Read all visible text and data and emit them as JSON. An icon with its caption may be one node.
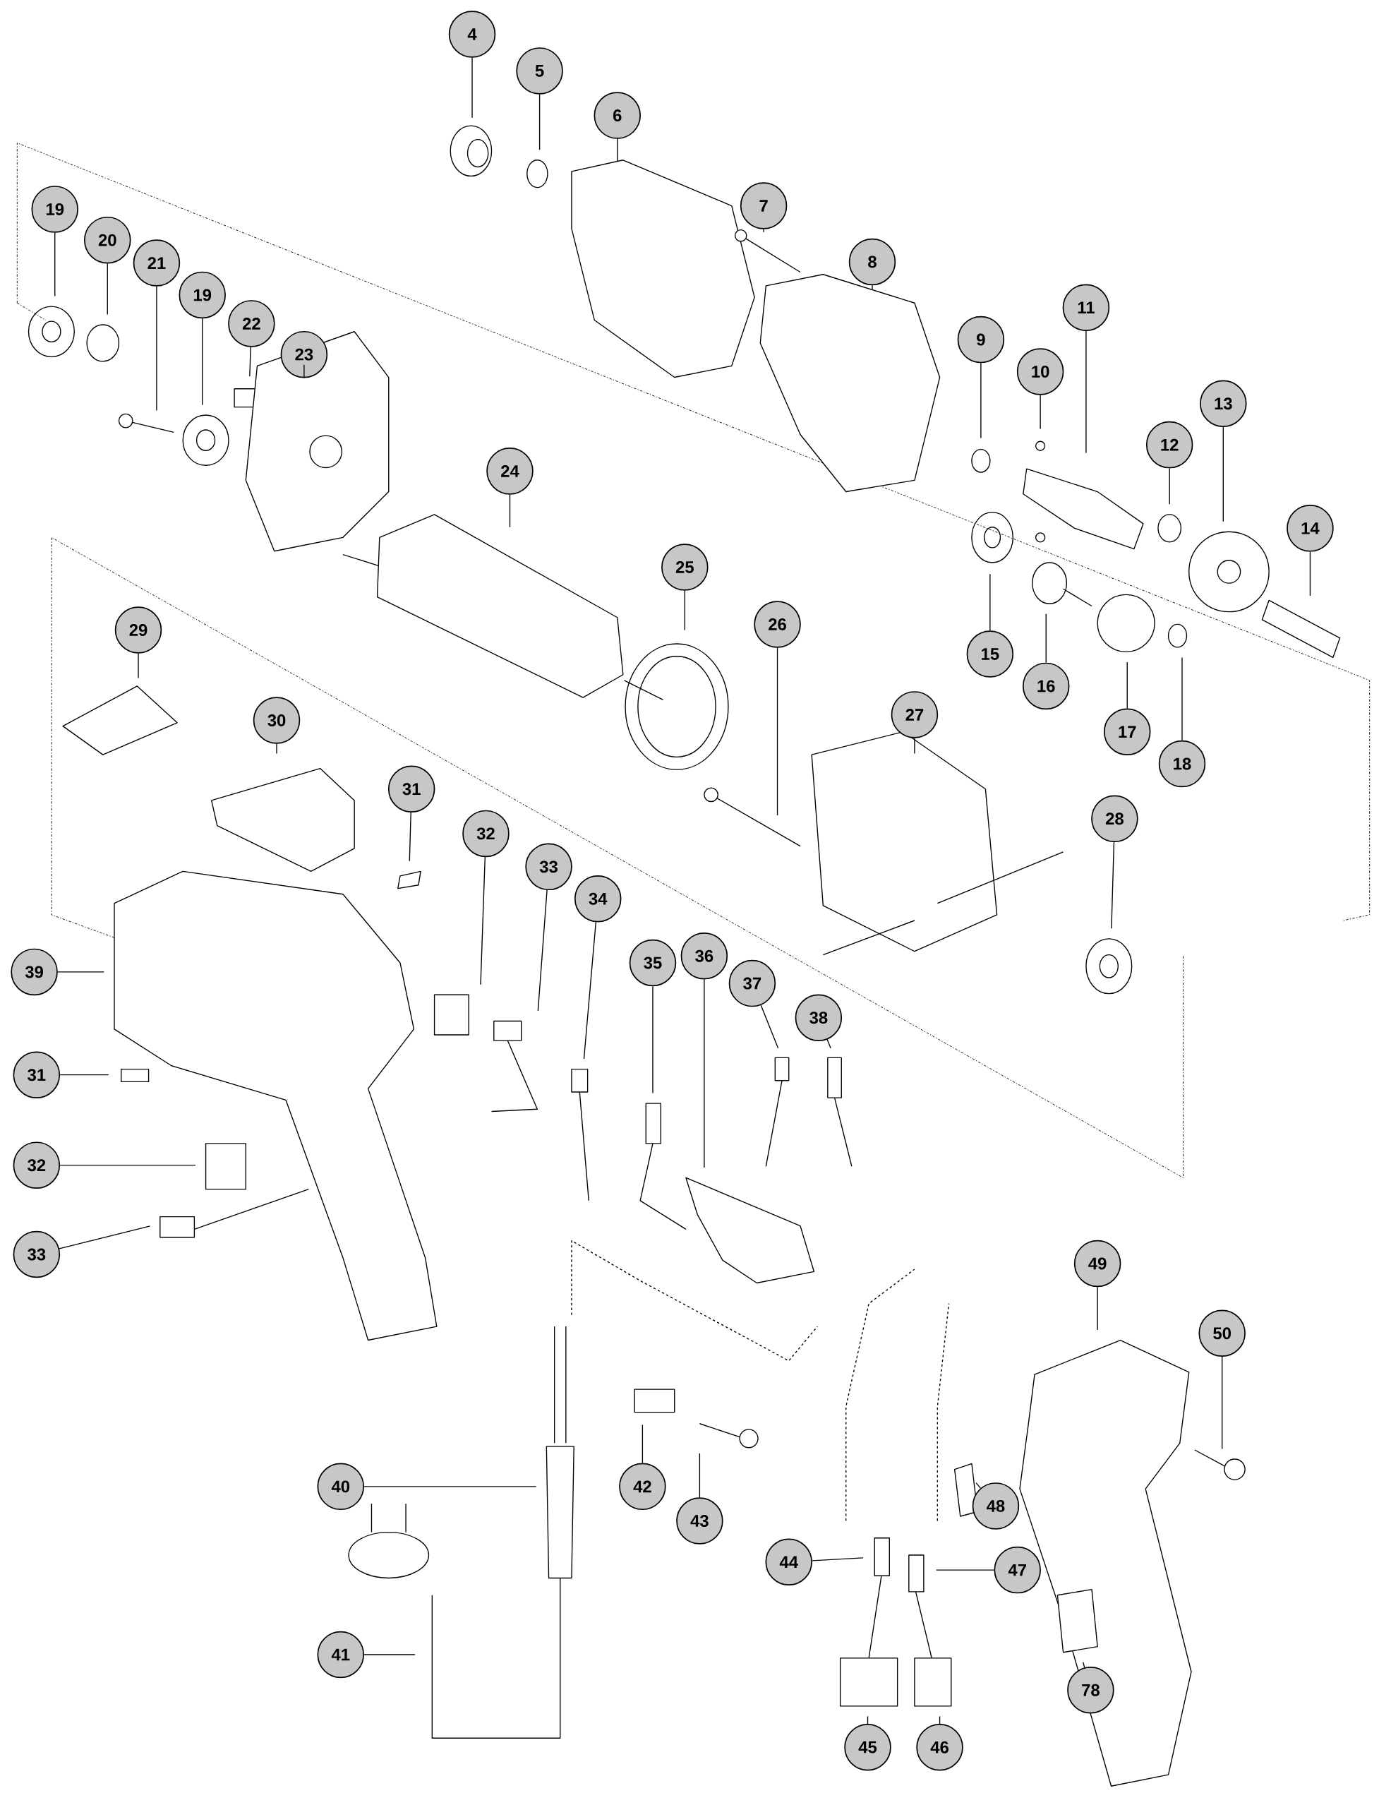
{
  "diagram": {
    "nodes": [
      {
        "text": [
          "4"
        ]
      },
      {
        "text": [
          "5"
        ]
      },
      {
        "text": [
          "6"
        ]
      },
      {
        "text": [
          "7"
        ]
      },
      {
        "text": [
          "8"
        ]
      },
      {
        "text": [
          "9"
        ]
      },
      {
        "text": [
          "10"
        ]
      },
      {
        "text": [
          "11"
        ]
      },
      {
        "text": [
          "12"
        ]
      },
      {
        "text": [
          "13"
        ]
      },
      {
        "text": [
          "14"
        ]
      },
      {
        "text": [
          "15"
        ]
      },
      {
        "text": [
          "16"
        ]
      },
      {
        "text": [
          "17"
        ]
      },
      {
        "text": [
          "18"
        ]
      },
      {
        "text": [
          "19"
        ]
      },
      {
        "text": [
          "20"
        ]
      },
      {
        "text": [
          "21"
        ]
      },
      {
        "text": [
          "19"
        ]
      },
      {
        "text": [
          "22"
        ]
      },
      {
        "text": [
          "23"
        ]
      },
      {
        "text": [
          "24"
        ]
      },
      {
        "text": [
          "25"
        ]
      },
      {
        "text": [
          "26"
        ]
      },
      {
        "text": [
          "27"
        ]
      },
      {
        "text": [
          "28"
        ]
      },
      {
        "text": [
          "29"
        ]
      },
      {
        "text": [
          "30"
        ]
      },
      {
        "text": [
          "31"
        ]
      },
      {
        "text": [
          "32"
        ]
      },
      {
        "text": [
          "33"
        ]
      },
      {
        "text": [
          "34"
        ]
      },
      {
        "text": [
          "35"
        ]
      },
      {
        "text": [
          "36"
        ]
      },
      {
        "text": [
          "37"
        ]
      },
      {
        "text": [
          "38"
        ]
      },
      {
        "text": [
          "39"
        ]
      },
      {
        "text": [
          "31"
        ]
      },
      {
        "text": [
          "32"
        ]
      },
      {
        "text": [
          "33"
        ]
      },
      {
        "text": [
          "40"
        ]
      },
      {
        "text": [
          "41"
        ]
      },
      {
        "text": [
          "42"
        ]
      },
      {
        "text": [
          "43"
        ]
      },
      {
        "text": [
          "44"
        ]
      },
      {
        "text": [
          "45"
        ]
      },
      {
        "text": [
          "46"
        ]
      },
      {
        "text": [
          "47"
        ]
      },
      {
        "text": [
          "48"
        ]
      },
      {
        "text": [
          "49"
        ]
      },
      {
        "text": [
          "50"
        ]
      },
      {
        "text": [
          "78"
        ]
      }
    ],
    "edges": [
      {
        "from": 0,
        "to": null,
        "arrow": "none"
      },
      {
        "from": 1,
        "to": null,
        "arrow": "none"
      },
      {
        "from": 2,
        "to": null,
        "arrow": "none"
      },
      {
        "from": 3,
        "to": null,
        "arrow": "none"
      },
      {
        "from": 4,
        "to": null,
        "arrow": "none"
      },
      {
        "from": 5,
        "to": null,
        "arrow": "none"
      },
      {
        "from": 6,
        "to": null,
        "arrow": "none"
      },
      {
        "from": 7,
        "to": null,
        "arrow": "none"
      },
      {
        "from": 8,
        "to": null,
        "arrow": "none"
      },
      {
        "from": 9,
        "to": null,
        "arrow": "none"
      },
      {
        "from": 10,
        "to": null,
        "arrow": "none"
      },
      {
        "from": 11,
        "to": null,
        "arrow": "none"
      },
      {
        "from": 12,
        "to": null,
        "arrow": "none"
      },
      {
        "from": 13,
        "to": null,
        "arrow": "none"
      },
      {
        "from": 14,
        "to": null,
        "arrow": "none"
      },
      {
        "from": 15,
        "to": null,
        "arrow": "none"
      },
      {
        "from": 16,
        "to": null,
        "arrow": "none"
      },
      {
        "from": 17,
        "to": null,
        "arrow": "none"
      },
      {
        "from": 18,
        "to": null,
        "arrow": "none"
      },
      {
        "from": 19,
        "to": null,
        "arrow": "none"
      },
      {
        "from": 20,
        "to": null,
        "arrow": "none"
      },
      {
        "from": 21,
        "to": null,
        "arrow": "none"
      },
      {
        "from": 22,
        "to": null,
        "arrow": "none"
      },
      {
        "from": 23,
        "to": null,
        "arrow": "none"
      },
      {
        "from": 24,
        "to": null,
        "arrow": "none"
      },
      {
        "from": 25,
        "to": null,
        "arrow": "none"
      },
      {
        "from": 26,
        "to": null,
        "arrow": "none"
      },
      {
        "from": 27,
        "to": null,
        "arrow": "none"
      },
      {
        "from": 28,
        "to": null,
        "arrow": "none"
      },
      {
        "from": 29,
        "to": null,
        "arrow": "none"
      },
      {
        "from": 30,
        "to": null,
        "arrow": "none"
      },
      {
        "from": 31,
        "to": null,
        "arrow": "none"
      },
      {
        "from": 32,
        "to": null,
        "arrow": "none"
      },
      {
        "from": 33,
        "to": null,
        "arrow": "none"
      },
      {
        "from": 34,
        "to": null,
        "arrow": "none"
      },
      {
        "from": 35,
        "to": null,
        "arrow": "none"
      },
      {
        "from": 36,
        "to": null,
        "arrow": "none"
      },
      {
        "from": 37,
        "to": null,
        "arrow": "none"
      },
      {
        "from": 38,
        "to": null,
        "arrow": "none"
      },
      {
        "from": 39,
        "to": null,
        "arrow": "none"
      },
      {
        "from": 40,
        "to": null,
        "arrow": "none"
      },
      {
        "from": 41,
        "to": null,
        "arrow": "none"
      },
      {
        "from": 42,
        "to": null,
        "arrow": "none"
      },
      {
        "from": 43,
        "to": null,
        "arrow": "none"
      },
      {
        "from": 44,
        "to": null,
        "arrow": "none"
      },
      {
        "from": 45,
        "to": null,
        "arrow": "none"
      },
      {
        "from": 46,
        "to": null,
        "arrow": "none"
      },
      {
        "from": 47,
        "to": null,
        "arrow": "none"
      },
      {
        "from": 48,
        "to": null,
        "arrow": "none"
      },
      {
        "from": 49,
        "to": null,
        "arrow": "none"
      },
      {
        "from": 50,
        "to": null,
        "arrow": "none"
      },
      {
        "from": 51,
        "to": null,
        "arrow": "none"
      }
    ]
  }
}
